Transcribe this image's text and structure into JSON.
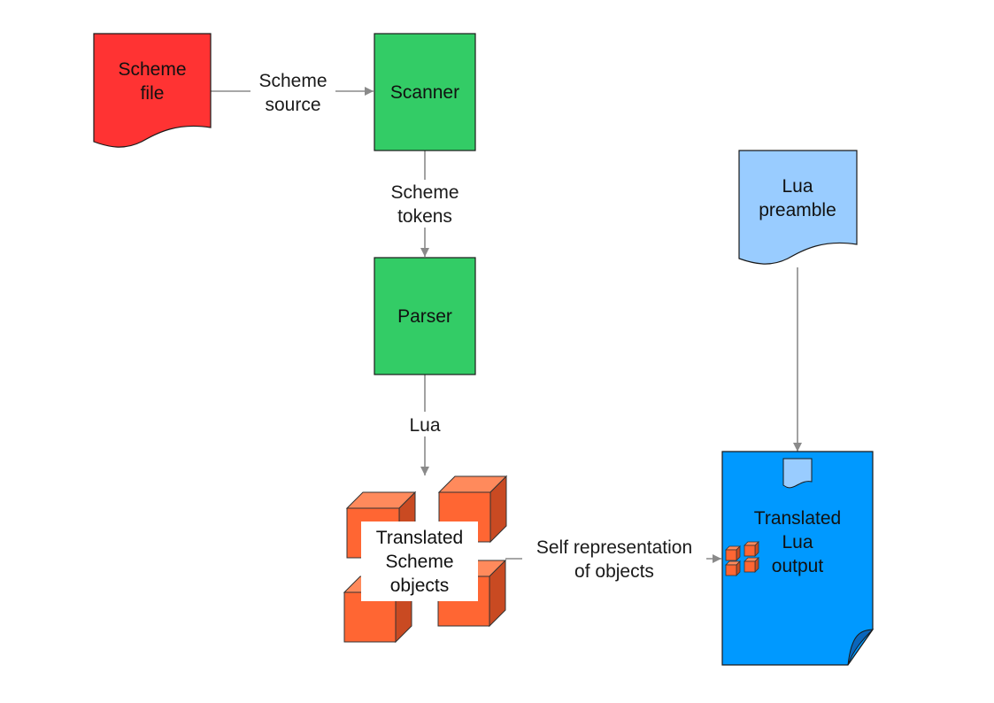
{
  "nodes": {
    "scheme_file": {
      "line1": "Scheme",
      "line2": "file",
      "color": "#ff3333"
    },
    "scanner": {
      "label": "Scanner",
      "color": "#33cc66"
    },
    "parser": {
      "label": "Parser",
      "color": "#33cc66"
    },
    "scheme_objects": {
      "line1": "Translated",
      "line2": "Scheme",
      "line3": "objects",
      "color": "#ff6633"
    },
    "lua_preamble": {
      "line1": "Lua",
      "line2": "preamble",
      "color": "#99ccff"
    },
    "lua_output": {
      "line1": "Translated",
      "line2": "Lua",
      "line3": "output",
      "color": "#0099ff"
    }
  },
  "edges": {
    "scheme_source": {
      "line1": "Scheme",
      "line2": "source"
    },
    "scheme_tokens": {
      "line1": "Scheme",
      "line2": "tokens"
    },
    "lua": {
      "label": "Lua"
    },
    "self_repr": {
      "line1": "Self representation",
      "line2": "of objects"
    }
  }
}
